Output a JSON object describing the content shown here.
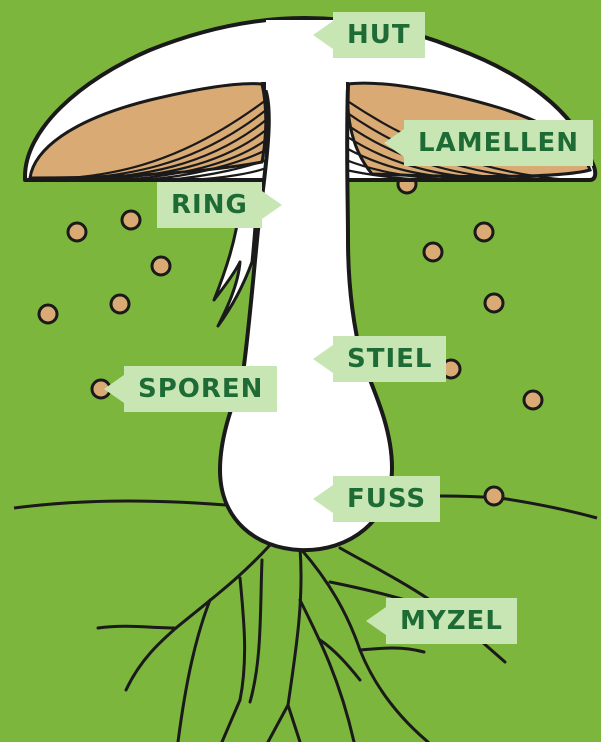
{
  "labels": {
    "hut": "HUT",
    "lamellen": "LAMELLEN",
    "ring": "RING",
    "stiel": "STIEL",
    "sporen": "SPOREN",
    "fuss": "FUSS",
    "myzel": "MYZEL"
  },
  "colors": {
    "background": "#7db63d",
    "label_background": "#c7e6b4",
    "label_text": "#1e6b35",
    "cap_underside": "#d9aa74",
    "spore": "#d9aa74",
    "outline": "#1a1a1a",
    "mushroom_body": "#ffffff"
  }
}
